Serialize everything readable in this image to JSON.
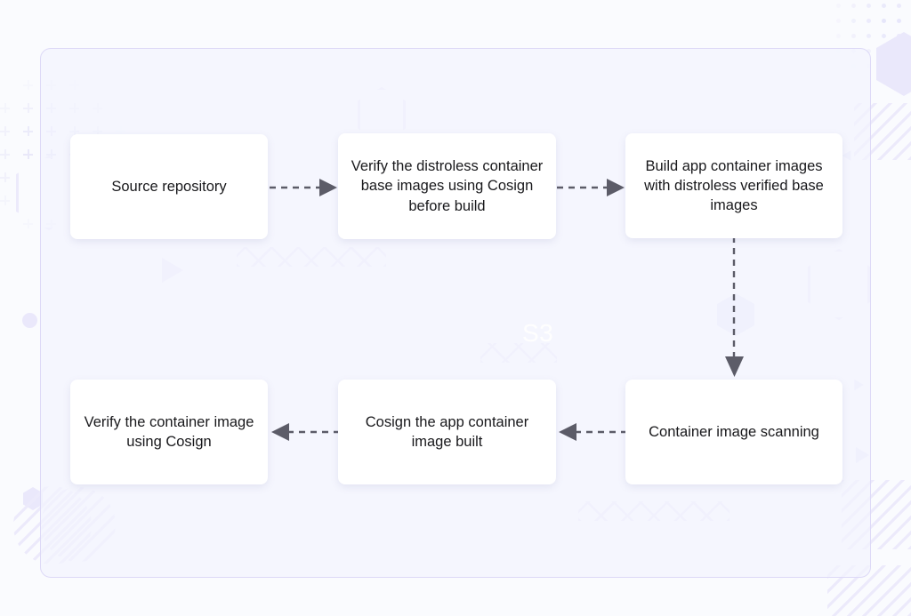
{
  "diagram": {
    "title_watermark": "S3",
    "panel": {
      "label": "diagram-panel"
    },
    "nodes": [
      {
        "id": "source-repository",
        "label": "Source repository"
      },
      {
        "id": "verify-base-images",
        "label": "Verify the distroless container base images using Cosign before build"
      },
      {
        "id": "build-app-images",
        "label": "Build app container images with distroless verified base images"
      },
      {
        "id": "verify-container-image",
        "label": "Verify the container image using Cosign"
      },
      {
        "id": "cosign-app-image",
        "label": "Cosign the app container image built"
      },
      {
        "id": "container-image-scanning",
        "label": "Container image scanning"
      }
    ],
    "connectors": [
      {
        "id": "arrow-source-to-verify-base",
        "from": "source-repository",
        "to": "verify-base-images",
        "direction": "right"
      },
      {
        "id": "arrow-verify-base-to-build",
        "from": "verify-base-images",
        "to": "build-app-images",
        "direction": "right"
      },
      {
        "id": "arrow-build-to-scanning",
        "from": "build-app-images",
        "to": "container-image-scanning",
        "direction": "down"
      },
      {
        "id": "arrow-scanning-to-cosign",
        "from": "container-image-scanning",
        "to": "cosign-app-image",
        "direction": "left"
      },
      {
        "id": "arrow-cosign-to-verify-container",
        "from": "cosign-app-image",
        "to": "verify-container-image",
        "direction": "left"
      }
    ]
  },
  "colors": {
    "background": "#fafbfe",
    "panel_fill": "#f3f4fd",
    "panel_border": "#ddd9f7",
    "node_fill": "#ffffff",
    "node_text": "#18181b",
    "connector": "#5c5c68",
    "decoration": "#eceafb",
    "watermark_text": "#ffffff"
  }
}
